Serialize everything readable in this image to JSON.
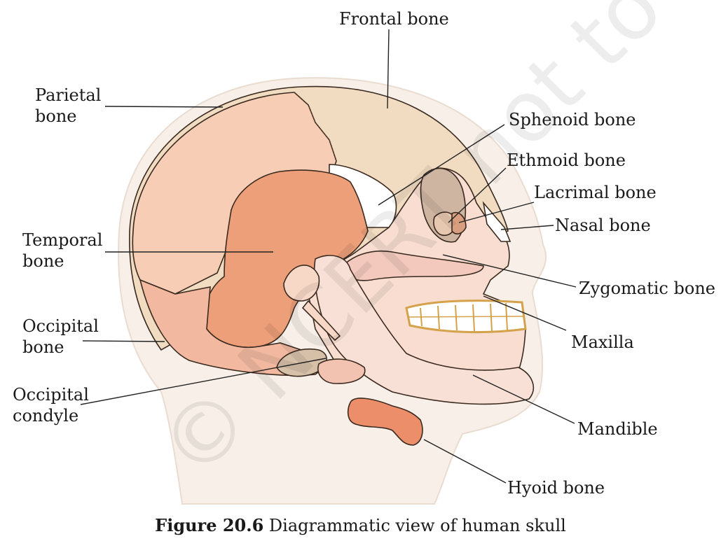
{
  "labels": {
    "frontal": "Frontal bone",
    "parietal_1": "Parietal",
    "parietal_2": "bone",
    "sphenoid": "Sphenoid bone",
    "ethmoid": "Ethmoid bone",
    "lacrimal": "Lacrimal bone",
    "nasal": "Nasal bone",
    "temporal_1": "Temporal",
    "temporal_2": "bone",
    "zygomatic": "Zygomatic bone",
    "occipital_1": "Occipital",
    "occipital_2": "bone",
    "maxilla": "Maxilla",
    "condyle_1": "Occipital",
    "condyle_2": "condyle",
    "mandible": "Mandible",
    "hyoid": "Hyoid bone"
  },
  "caption": {
    "figure": "Figure 20.6",
    "text": "Diagrammatic view of human skull"
  },
  "watermark": "© NCERT not to be republished",
  "colors": {
    "head_outline": "#f6ebe3",
    "frontal": "#f1dcc1",
    "parietal": "#f7cdb6",
    "temporal": "#ec9f78",
    "occipital": "#f2b9a0",
    "face": "#f8ddd0",
    "mandible": "#f8e0d6",
    "hyoid": "#ec8e6a",
    "teeth": "#ffffff",
    "teeth_edge": "#d4a24a"
  }
}
